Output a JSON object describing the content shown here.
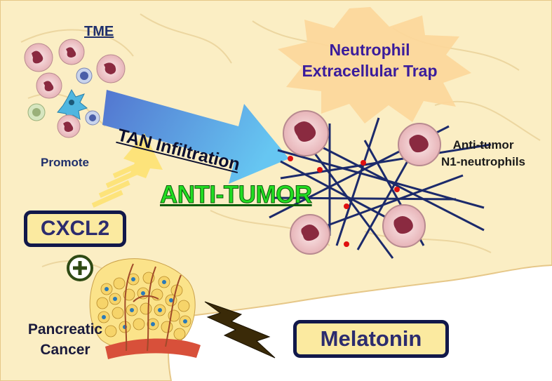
{
  "labels": {
    "tme": "TME",
    "net_line1": "Neutrophil",
    "net_line2": "Extracellular Trap",
    "tan_infiltration": "TAN Infiltration",
    "promote": "Promote",
    "anti_tumor_n1_line1": "Anti-tumor",
    "anti_tumor_n1_line2": "N1-neutrophils",
    "anti_tumor": "ANTI-TUMOR",
    "cxcl2": "CXCL2",
    "plus": "+",
    "pancreatic_line1": "Pancreatic",
    "pancreatic_line2": "Cancer",
    "melatonin": "Melatonin"
  },
  "colors": {
    "background_tissue": "#fbeec4",
    "tissue_outline": "#e8c98a",
    "burst": "#fcd79a",
    "box_fill": "#fbeaa0",
    "box_border": "#11184a",
    "anti_tumor_text": "#22dd22",
    "net_lines": "#1c2a6b",
    "net_dots": "#e01010",
    "neutrophil_cell": "#f6d6d8",
    "neutrophil_nucleus": "#8a2a40",
    "arrow_gradient_start": "#4a6fd0",
    "arrow_gradient_end": "#56b6f0",
    "promote_arrow": "#fde37a",
    "lightning": "#3a2a08"
  },
  "icons": [
    "neutrophil-cell-icon",
    "macrophage-icon",
    "lymphocyte-icon",
    "tumor-cluster-icon",
    "lightning-icon",
    "plus-circle-icon"
  ]
}
